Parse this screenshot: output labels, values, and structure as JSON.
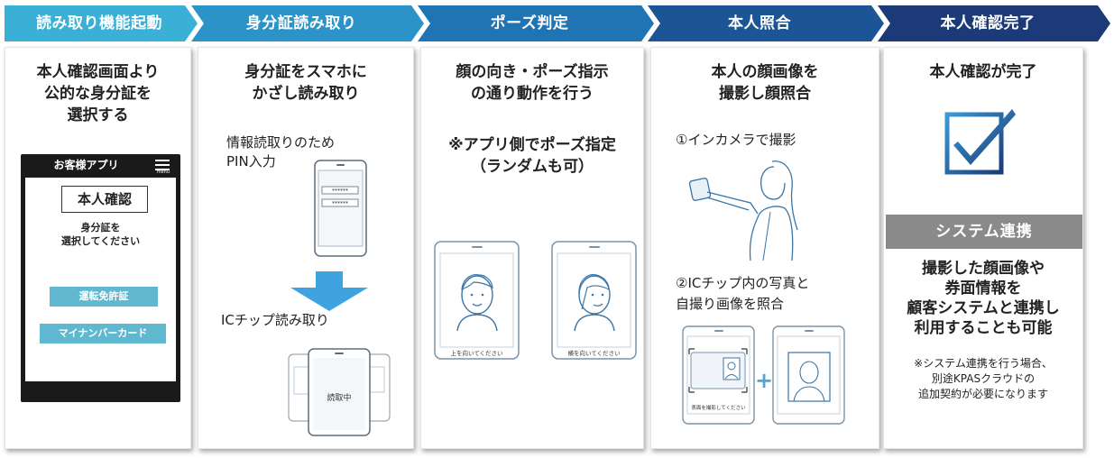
{
  "steps": [
    {
      "label": "読み取り機能起動",
      "color": "#3ab0d6"
    },
    {
      "label": "身分証読み取り",
      "color": "#2c93c9"
    },
    {
      "label": "ポーズ判定",
      "color": "#1f74b3"
    },
    {
      "label": "本人照合",
      "color": "#1c5596"
    },
    {
      "label": "本人確認完了",
      "color": "#1c3a78"
    }
  ],
  "card1": {
    "heading_l1": "本人確認画面より",
    "heading_l2": "公的な身分証を",
    "heading_l3": "選択する",
    "app_title": "お客様アプリ",
    "menu_caption": "menu",
    "id_label": "本人確認",
    "choose_l1": "身分証を",
    "choose_l2": "選択してください",
    "btn_license": "運転免許証",
    "btn_mynumber": "マイナンバーカード"
  },
  "card2": {
    "heading_l1": "身分証をスマホに",
    "heading_l2": "かざし読み取り",
    "pin_l1": "情報読取りのため",
    "pin_l2": "PIN入力",
    "pin_mask1": "******",
    "pin_mask2": "******",
    "ic_label": "ICチップ読み取り",
    "reading": "読取中"
  },
  "card3": {
    "heading_l1": "顔の向き・ポーズ指示",
    "heading_l2": "の通り動作を行う",
    "note_l1": "※アプリ側でポーズ指定",
    "note_l2": "（ランダムも可）",
    "cap_up": "上を向いてください",
    "cap_side": "横を向いてください"
  },
  "card4": {
    "heading_l1": "本人の顔画像を",
    "heading_l2": "撮影し顔照合",
    "step1": "①インカメラで撮影",
    "step2_l1": "②ICチップ内の写真と",
    "step2_l2": "自撮り画像を照合",
    "cap_card": "表面を撮影してください",
    "plus": "+"
  },
  "card5": {
    "heading": "本人確認が完了",
    "banner": "システム連携",
    "body_l1": "撮影した顔画像や",
    "body_l2": "券面情報を",
    "body_l3": "顧客システムと連携し",
    "body_l4": "利用することも可能",
    "note_l1": "※システム連携を行う場合、",
    "note_l2": "別途KPASクラウドの",
    "note_l3": "追加契約が必要になります"
  }
}
